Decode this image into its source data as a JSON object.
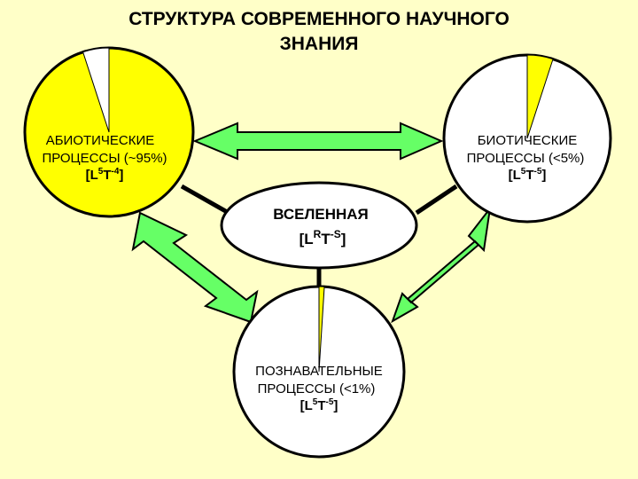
{
  "title": {
    "line1": "СТРУКТУРА СОВРЕМЕННОГО НАУЧНОГО",
    "line2": "ЗНАНИЯ"
  },
  "colors": {
    "background": "#ffffc8",
    "abiotic_fill": "#ffff00",
    "arrow_fill": "#66ff66",
    "white": "#ffffff",
    "pie_slice": "#ffff00"
  },
  "abiotic": {
    "line1": "АБИОТИЧЕСКИЕ",
    "line2": "ПРОЦЕССЫ (~95%)",
    "formula_open": "[L",
    "exp1": "5",
    "mid": "T",
    "exp2": "-4",
    "formula_close": "]",
    "share": 0.95
  },
  "biotic": {
    "line1": "БИОТИЧЕСКИЕ",
    "line2": "ПРОЦЕССЫ (<5%)",
    "formula_open": "[L",
    "exp1": "5",
    "mid": "T",
    "exp2": "-5",
    "formula_close": "]",
    "share": 0.05
  },
  "cognitive": {
    "line1": "ПОЗНАВАТЕЛЬНЫЕ",
    "line2": "ПРОЦЕССЫ (<1%)",
    "formula_open": "[L",
    "exp1": "5",
    "mid": "T",
    "exp2": "-5",
    "formula_close": "]",
    "share": 0.01
  },
  "universe": {
    "label": "ВСЕЛЕННАЯ",
    "formula_open": "[L",
    "exp1": "R",
    "mid": "T",
    "exp2": "-S",
    "formula_close": "]"
  }
}
